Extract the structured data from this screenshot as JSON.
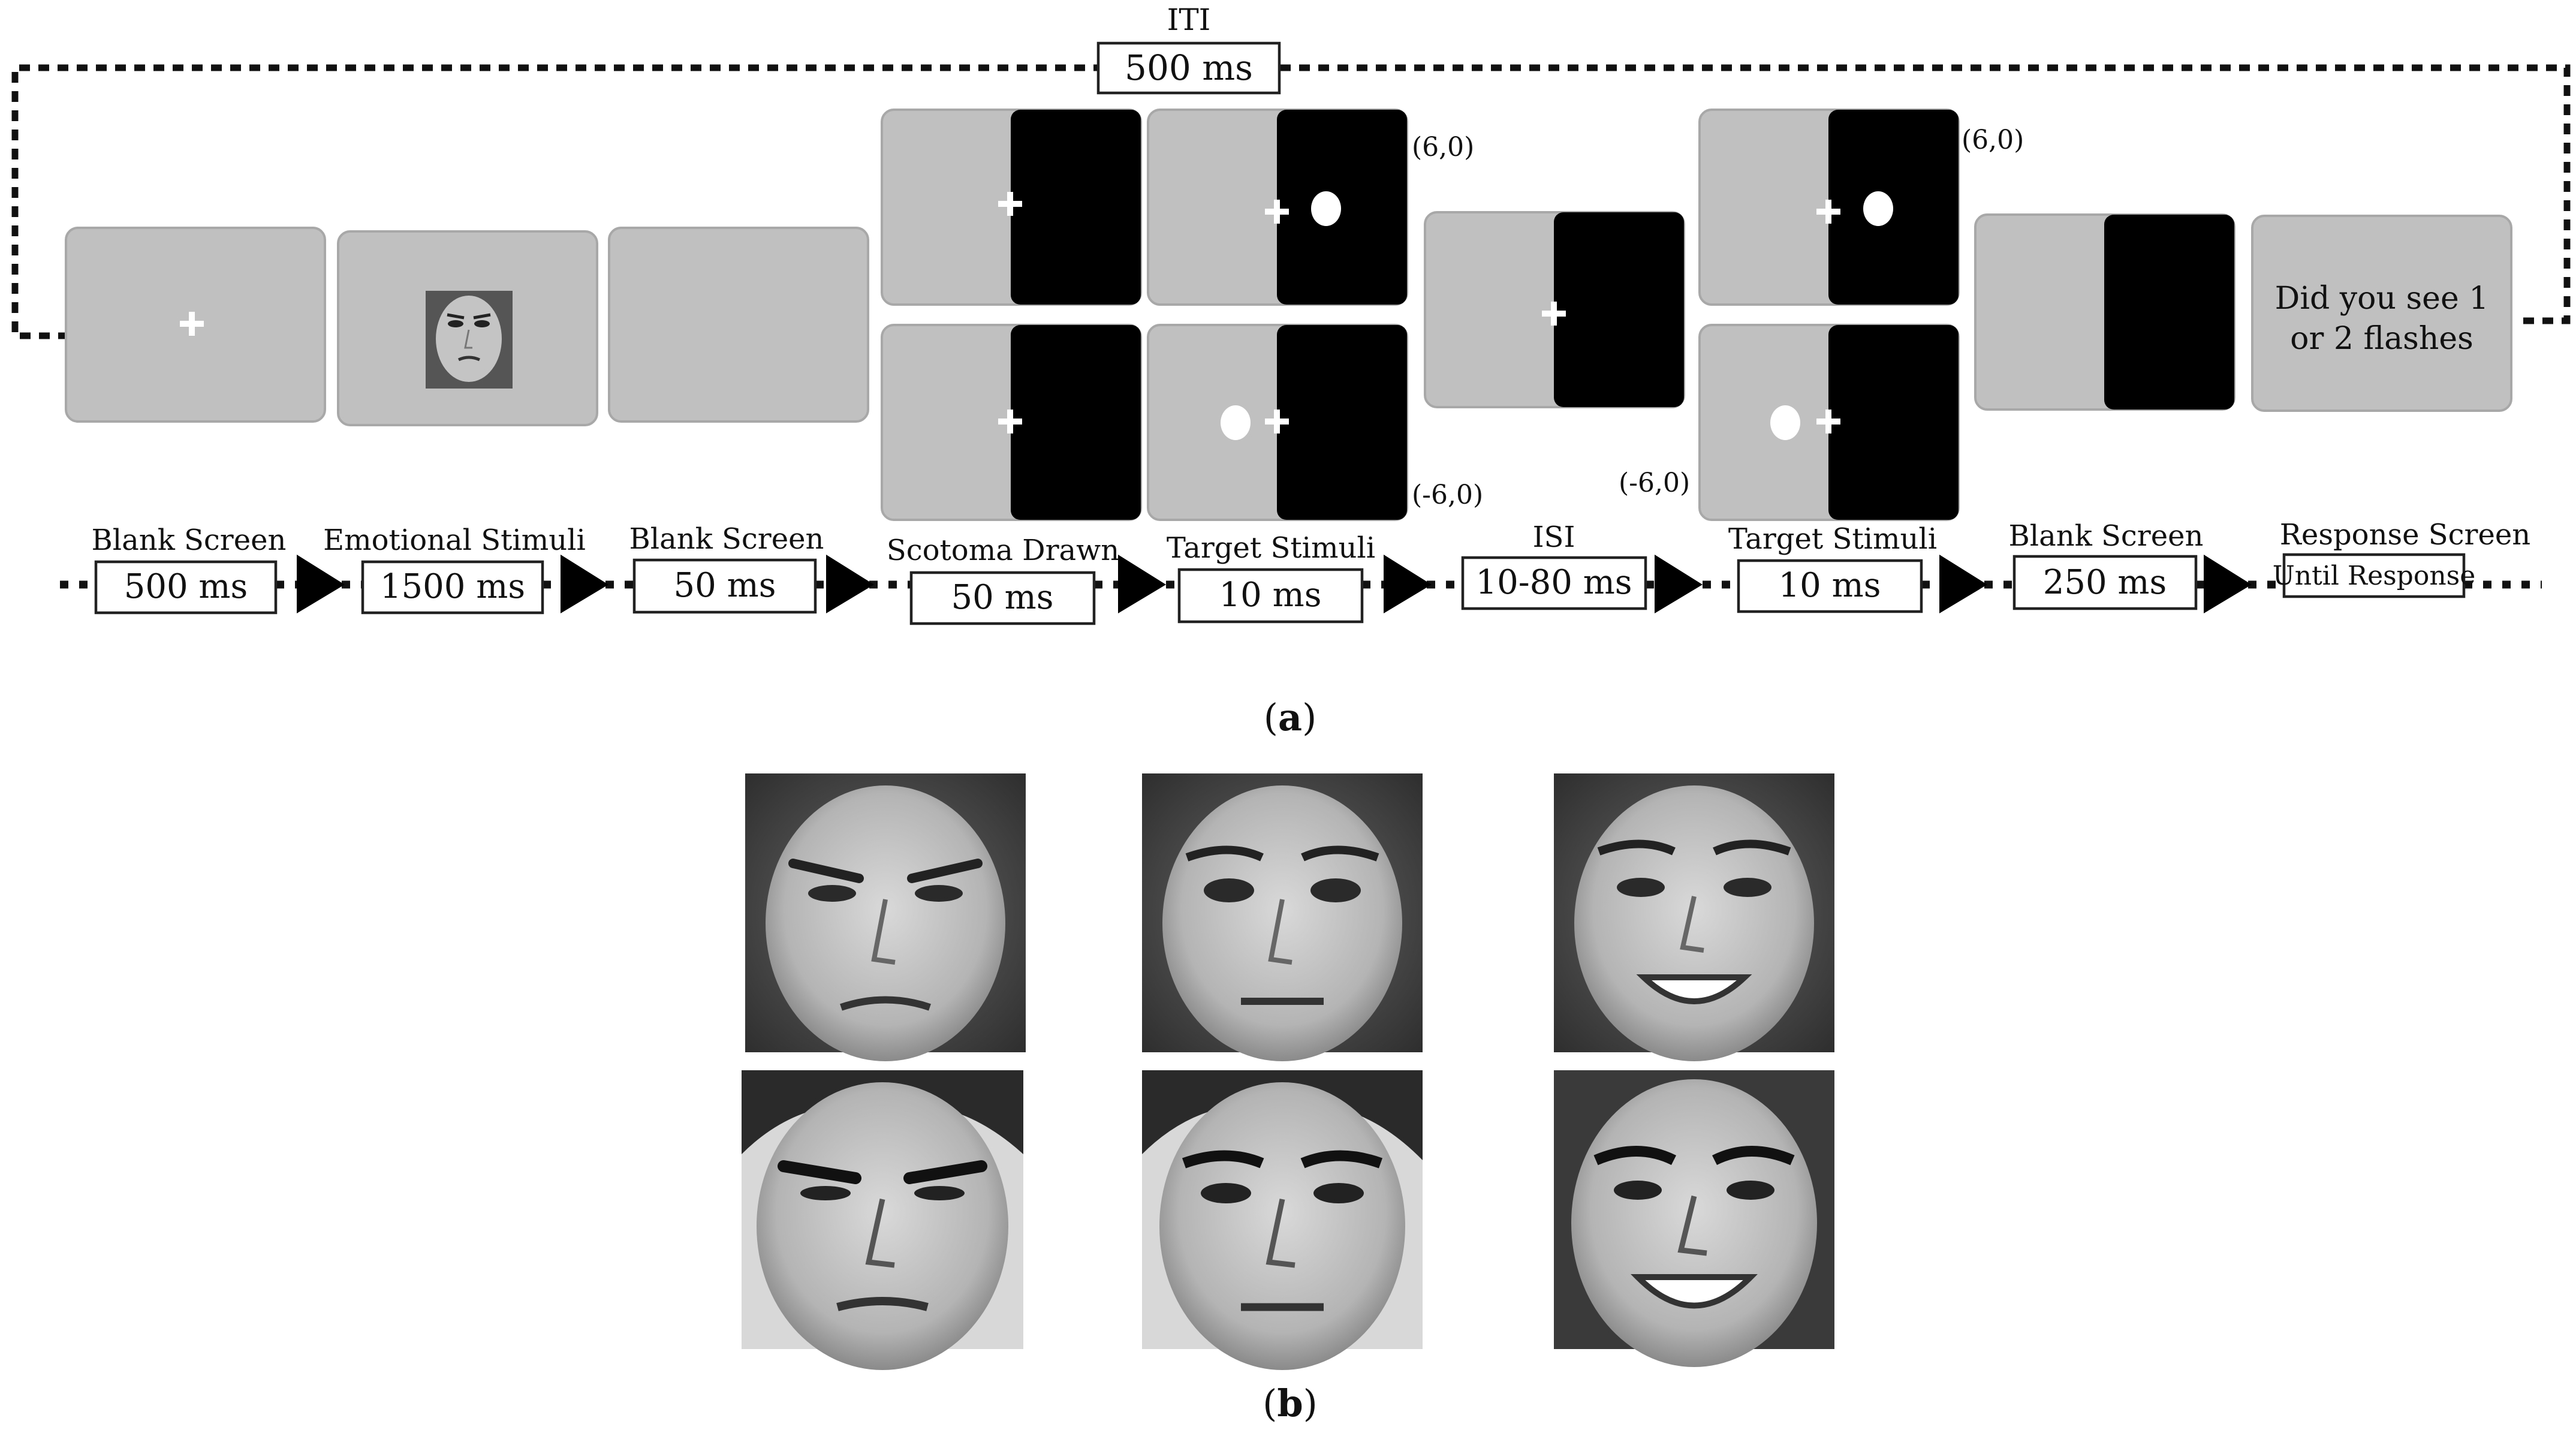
{
  "iti": {
    "title": "ITI",
    "value": "500 ms"
  },
  "panels": [
    {
      "id": "blank-1"
    },
    {
      "id": "emotional"
    },
    {
      "id": "blank-2"
    },
    {
      "id": "scotoma-top"
    },
    {
      "id": "scotoma-bottom"
    },
    {
      "id": "target-top",
      "coord": "(6,0)"
    },
    {
      "id": "target-bottom",
      "coord": "(-6,0)"
    },
    {
      "id": "isi"
    },
    {
      "id": "target2-top",
      "coord": "(6,0)"
    },
    {
      "id": "target2-bottom",
      "coord": "(-6,0)"
    },
    {
      "id": "blank-3"
    },
    {
      "id": "response",
      "text_line1": "Did you see 1",
      "text_line2": "or 2 flashes"
    }
  ],
  "timeline": [
    {
      "label": "Blank Screen",
      "duration": "500 ms"
    },
    {
      "label": "Emotional Stimuli",
      "duration": "1500 ms"
    },
    {
      "label": "Blank Screen",
      "duration": "50 ms"
    },
    {
      "label": "Scotoma Drawn",
      "duration": "50 ms"
    },
    {
      "label": "Target Stimuli",
      "duration": "10 ms"
    },
    {
      "label": "ISI",
      "duration": "10-80 ms"
    },
    {
      "label": "Target Stimuli",
      "duration": "10 ms"
    },
    {
      "label": "Blank Screen",
      "duration": "250 ms"
    },
    {
      "label": "Response Screen",
      "duration": "Until Response"
    }
  ],
  "captions": {
    "a": "a",
    "b": "b"
  },
  "faces": [
    {
      "row": 1,
      "expression": "angry",
      "person": "female"
    },
    {
      "row": 1,
      "expression": "neutral",
      "person": "female"
    },
    {
      "row": 1,
      "expression": "happy",
      "person": "female"
    },
    {
      "row": 2,
      "expression": "angry",
      "person": "male"
    },
    {
      "row": 2,
      "expression": "neutral",
      "person": "male"
    },
    {
      "row": 2,
      "expression": "happy",
      "person": "male"
    }
  ]
}
